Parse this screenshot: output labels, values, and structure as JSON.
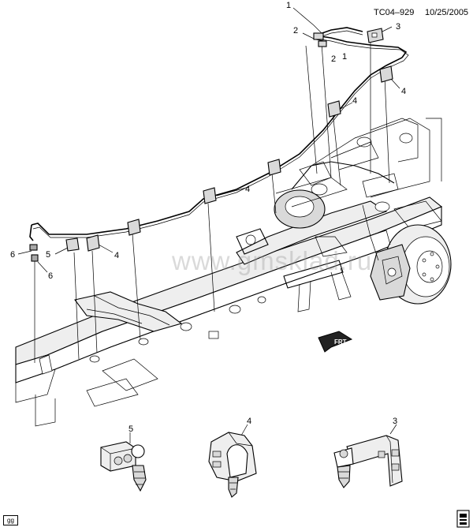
{
  "header": {
    "diagram_code": "TC04–929",
    "date": "10/25/2005"
  },
  "watermark": "www.gmsklad.ru",
  "footer_code": "gg",
  "front_arrow_label": "FRT",
  "callouts": {
    "c1_top": "1",
    "c1_mid": "1",
    "c2_top": "2",
    "c2_mid": "2",
    "c3_top": "3",
    "c4_right": "4",
    "c4_upper": "4",
    "c4_center": "4",
    "c4_left": "4",
    "c5_left": "5",
    "c6_upper": "6",
    "c6_lower": "6",
    "c5_detail": "5",
    "c4_detail": "4",
    "c3_detail": "3"
  }
}
